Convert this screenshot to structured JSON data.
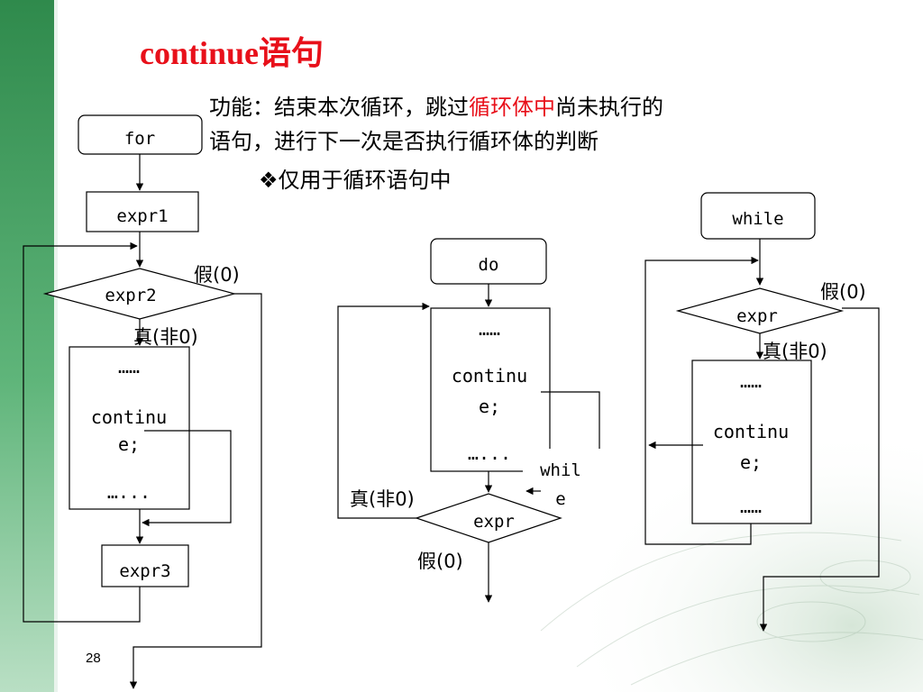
{
  "slide": {
    "title": "continue语句",
    "description_line1_before": "功能：结束本次循环，跳过",
    "description_line1_highlight": "循环体中",
    "description_line1_after": "尚未执行的",
    "description_line2": "语句，进行下一次是否执行循环体的判断",
    "bullet": "❖仅用于循环语句中",
    "page_number": "28",
    "accent_color": "#e8101a",
    "sidebar_color": "#3e9a5a"
  },
  "for_loop": {
    "start": "for",
    "init": "expr1",
    "condition": "expr2",
    "false_label": "假(0)",
    "true_label": "真(非0)",
    "body_line1": "……",
    "body_line2": "continu",
    "body_line3": "e;",
    "body_line4": "…...",
    "increment": "expr3"
  },
  "do_loop": {
    "start": "do",
    "body_line1": "……",
    "body_line2": "continu",
    "body_line3": "e;",
    "body_line4": "…...",
    "while_line1": "whil",
    "while_line2": "e",
    "condition": "expr",
    "true_label": "真(非0)",
    "false_label": "假(0)"
  },
  "while_loop": {
    "start": "while",
    "condition": "expr",
    "false_label": "假(0)",
    "true_label": "真(非0)",
    "body_line1": "……",
    "body_line2": "continu",
    "body_line3": "e;",
    "body_line4": "……"
  }
}
